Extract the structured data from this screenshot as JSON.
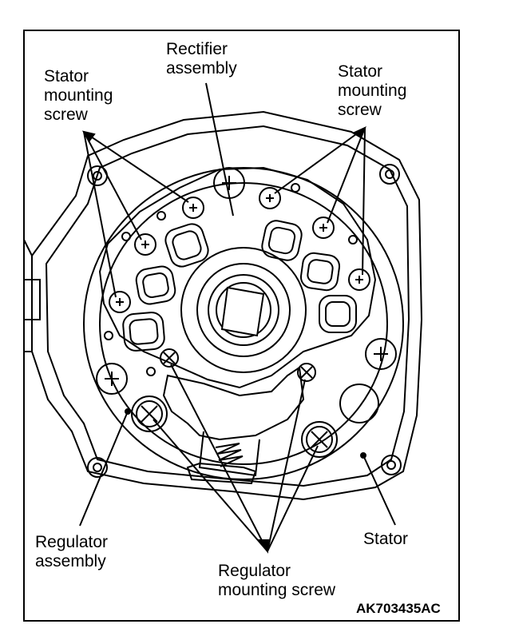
{
  "labels": {
    "rectifier": "Rectifier\nassembly",
    "stator_screw_left": "Stator\nmounting\nscrew",
    "stator_screw_right": "Stator\nmounting\nscrew",
    "regulator_assembly": "Regulator\nassembly",
    "stator": "Stator",
    "regulator_screw": "Regulator\nmounting screw"
  },
  "figure_code": "AK703435AC"
}
